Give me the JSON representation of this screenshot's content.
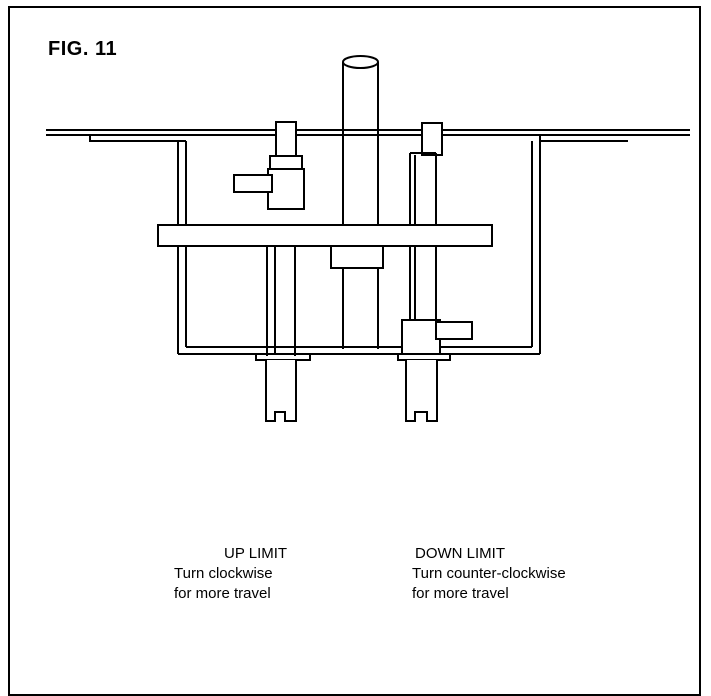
{
  "figure": {
    "title": "FIG. 11"
  },
  "captions": {
    "up_limit": {
      "title": "UP LIMIT",
      "line1": "Turn clockwise",
      "line2": "for more travel"
    },
    "down_limit": {
      "title": "DOWN LIMIT",
      "line1": "Turn counter-clockwise",
      "line2": "for more travel"
    }
  },
  "colors": {
    "ink": "#000000",
    "paper": "#ffffff"
  }
}
